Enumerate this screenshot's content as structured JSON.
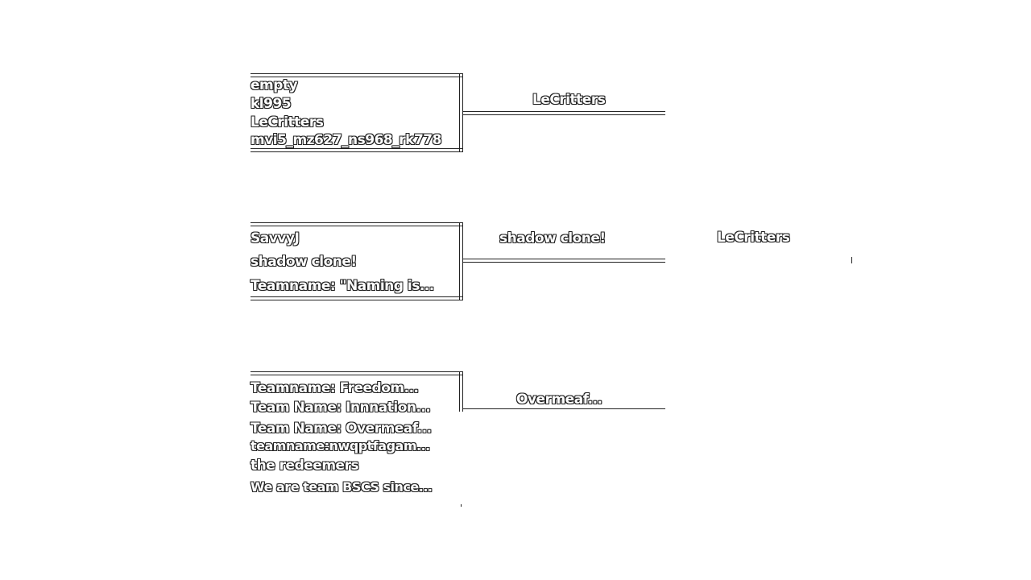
{
  "groups": [
    {
      "entries": [
        "empty",
        "kl995",
        "LeCritters",
        "mvi5_mz627_ns968_rk778"
      ],
      "winner": "LeCritters"
    },
    {
      "entries": [
        "SavvyJ",
        "shadow clone!",
        "Teamname: \"Naming is..."
      ],
      "winner": "shadow clone!"
    },
    {
      "entries": [
        "Teamname: Freedom...",
        "Team Name: Innnation...",
        "Team Name: Overmeaf...",
        "teamname:nwqptfagam...",
        "the redeemers",
        "We are team BSCS since..."
      ],
      "winner": "Overmeaf..."
    }
  ],
  "final_winner": "LeCritters"
}
